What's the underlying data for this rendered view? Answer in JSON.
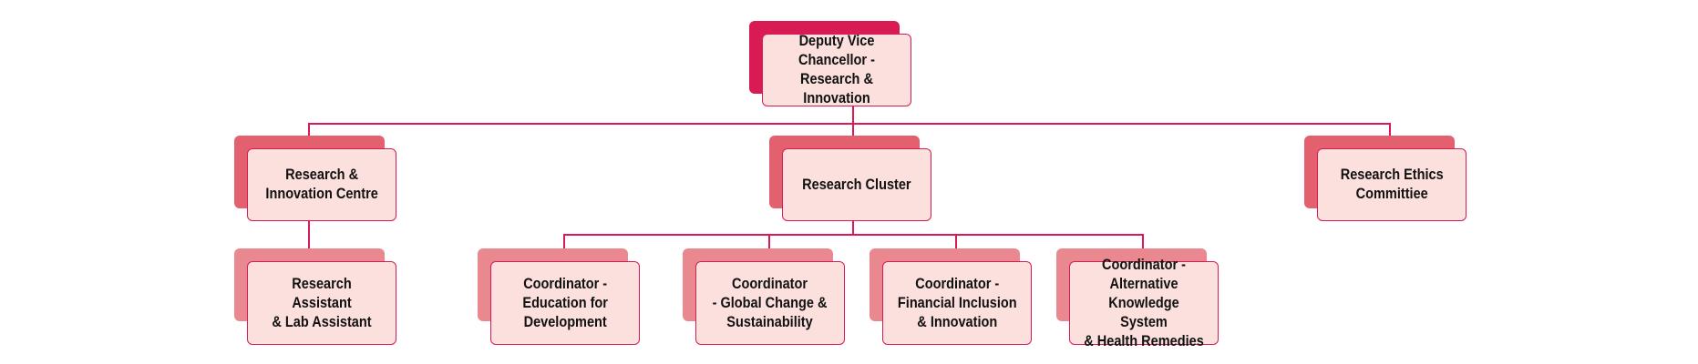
{
  "diagram": {
    "colors": {
      "connector": "#d81b55",
      "root_back": "#d81b55",
      "level1_back": "#e3616f",
      "level2_back": "#e9898f",
      "card_fill": "#fbe0dd",
      "card_border": "#d81b55"
    },
    "root": {
      "label": "Deputy Vice Chancellor -\nResearch & Innovation"
    },
    "level1": [
      {
        "label": "Research &\nInnovation Centre"
      },
      {
        "label": "Research Cluster"
      },
      {
        "label": "Research Ethics\nCommittiee"
      }
    ],
    "level2": [
      {
        "parent": "Research & Innovation Centre",
        "label": "Research Assistant\n& Lab Assistant"
      },
      {
        "parent": "Research Cluster",
        "label": "Coordinator -\nEducation for\nDevelopment"
      },
      {
        "parent": "Research Cluster",
        "label": "Coordinator\n- Global Change &\nSustainability"
      },
      {
        "parent": "Research Cluster",
        "label": "Coordinator -\nFinancial Inclusion\n& Innovation"
      },
      {
        "parent": "Research Cluster",
        "label": "Coordinator -\nAlternative\nKnowledge System\n& Health Remedies"
      }
    ]
  }
}
